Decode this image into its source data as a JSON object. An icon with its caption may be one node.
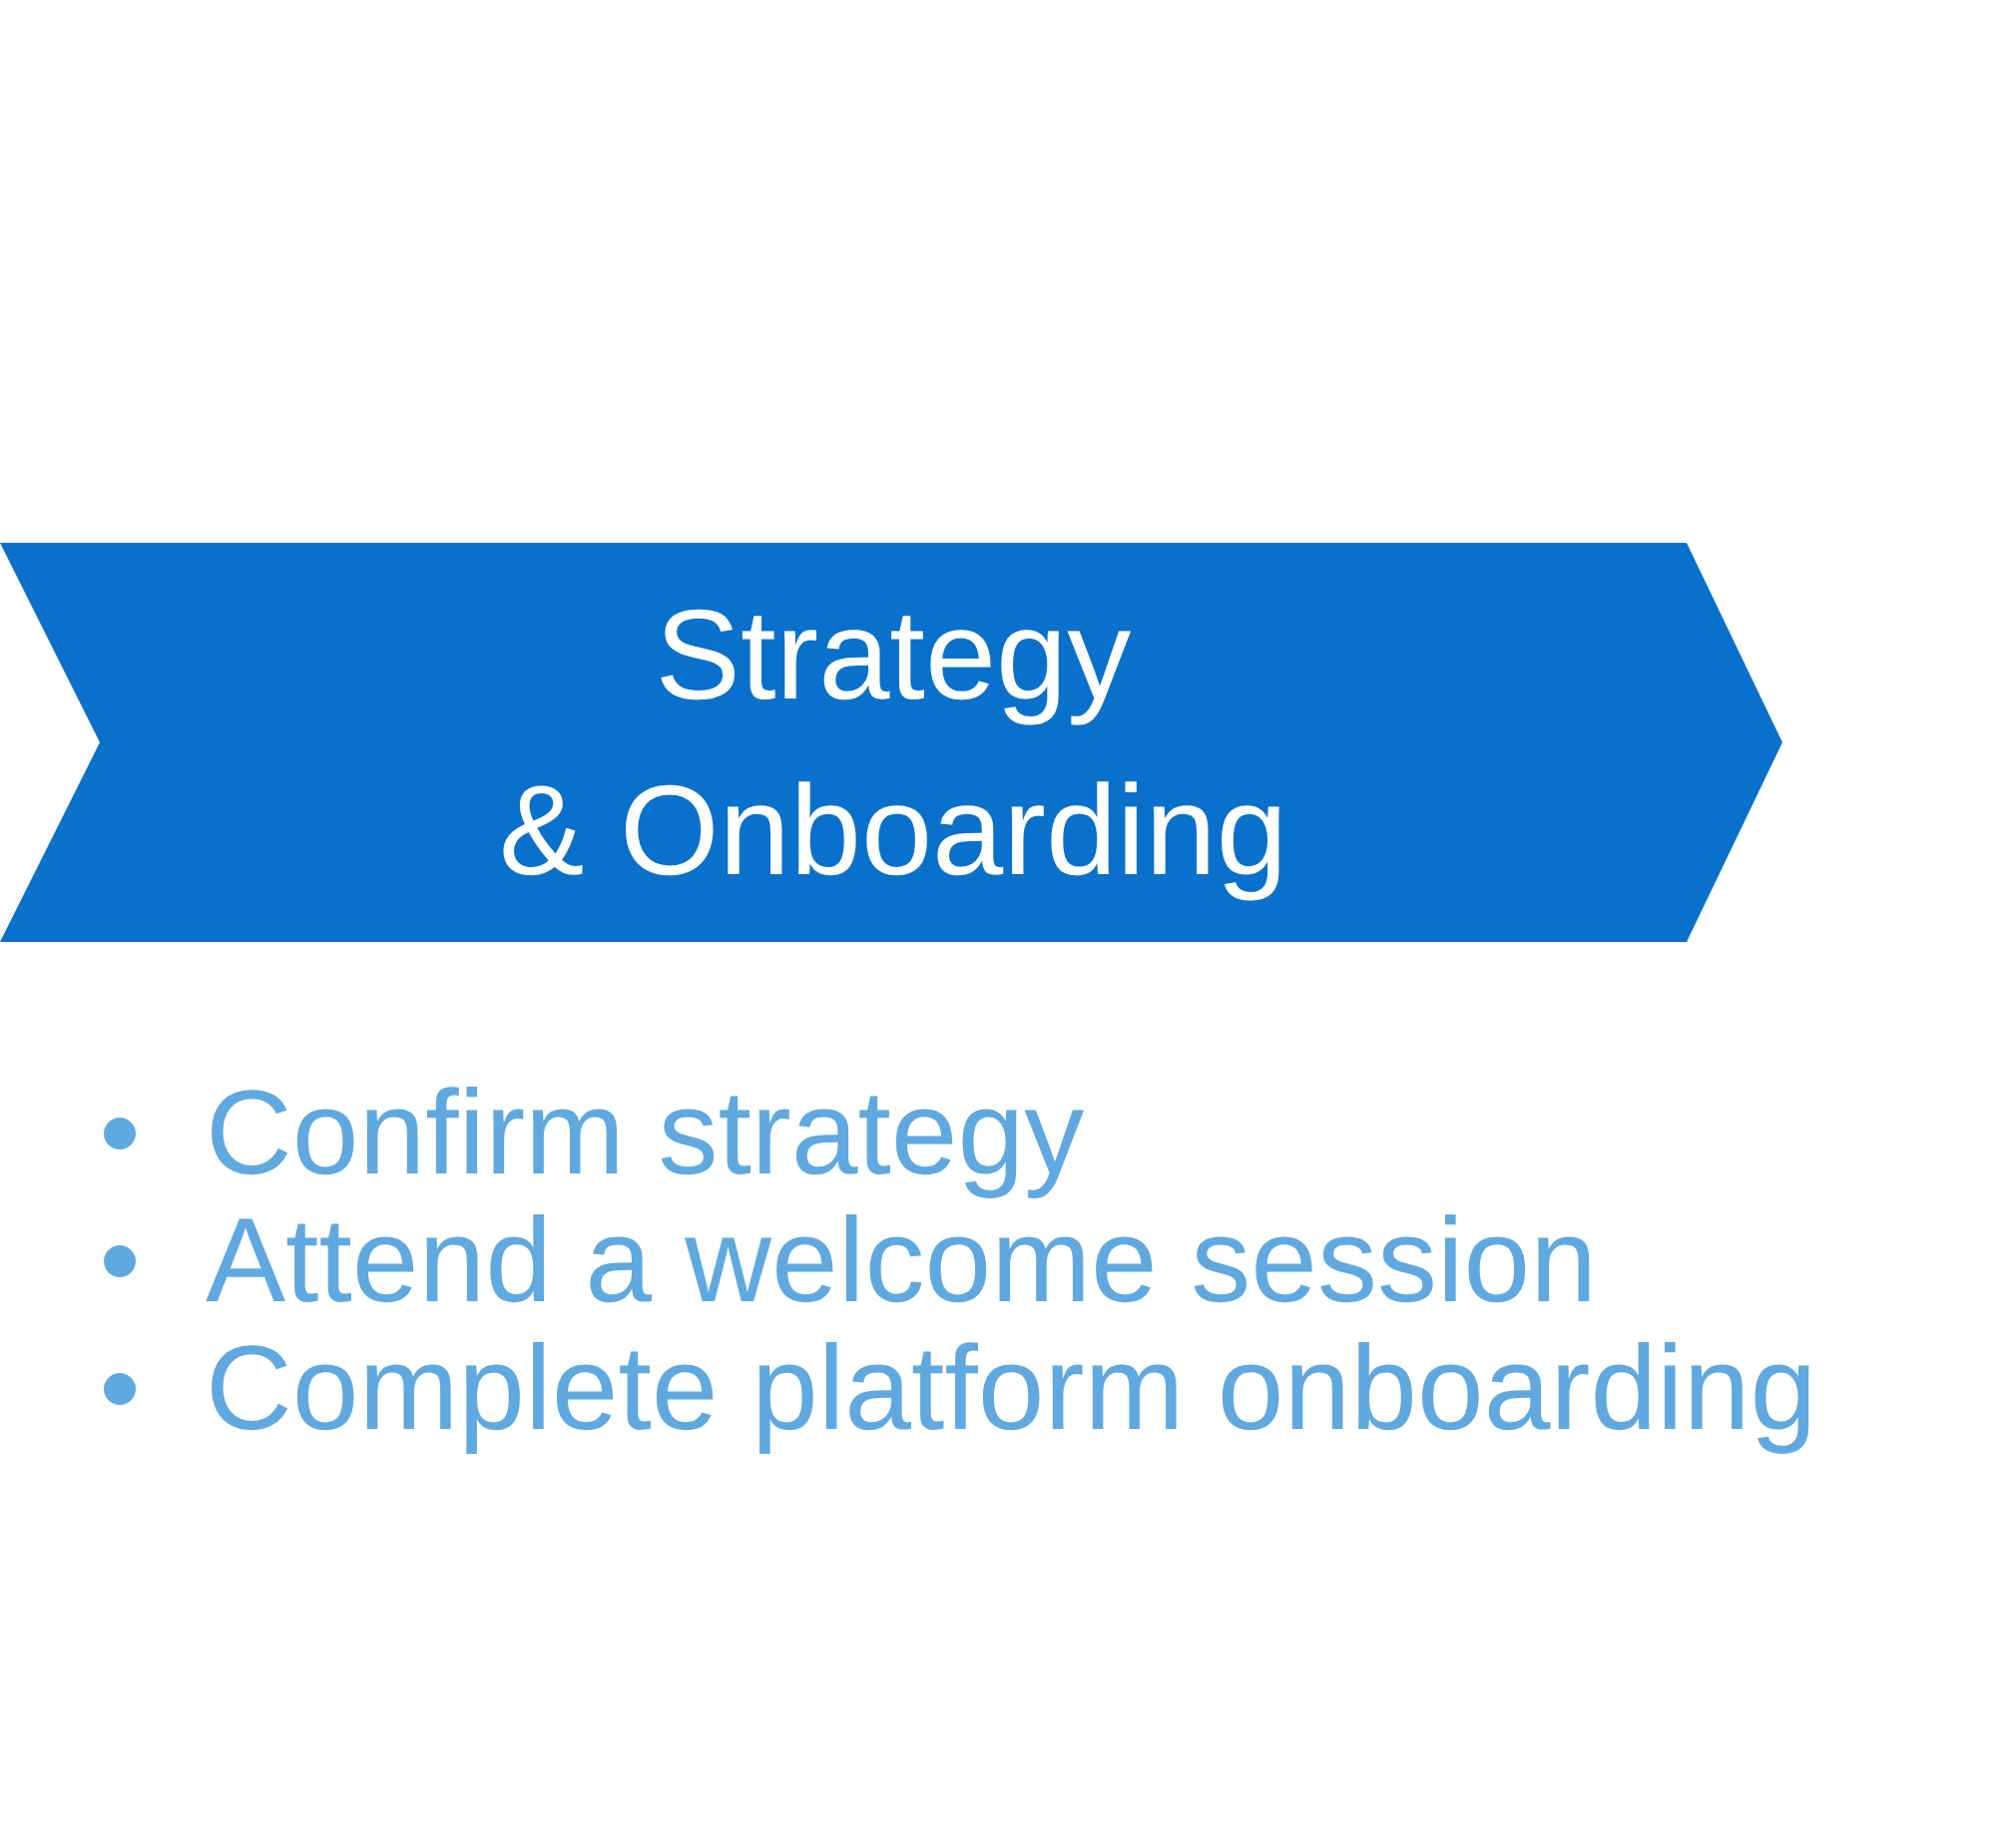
{
  "diagram": {
    "nodes": [
      {
        "text": [
          "Strategy & Onboarding"
        ]
      }
    ],
    "labels": [
      "Confirm strategy",
      "Attend a welcome session",
      "Complete platform onboarding"
    ]
  }
}
